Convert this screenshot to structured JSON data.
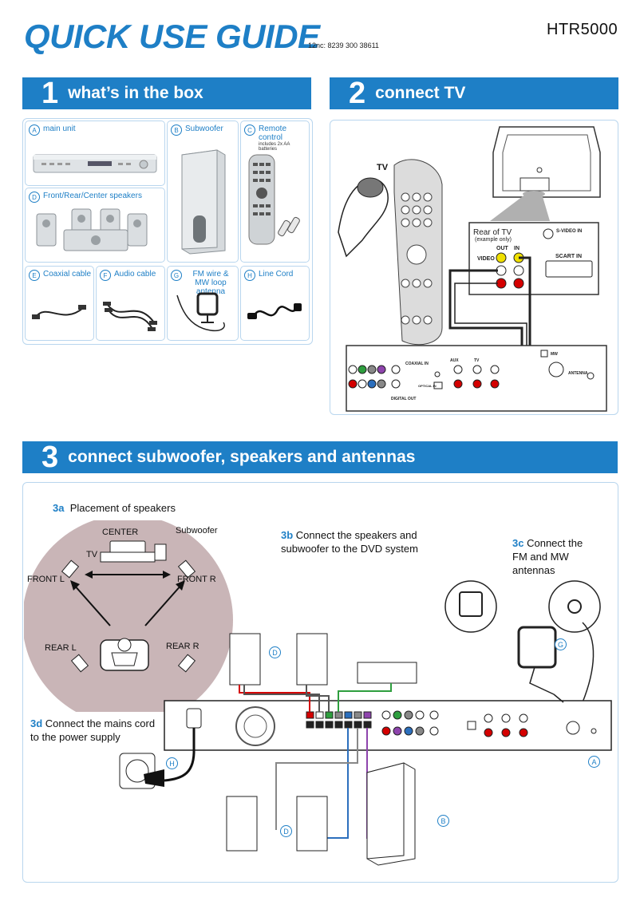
{
  "header": {
    "title": "QUICK USE GUIDE",
    "nc_code": "12nc: 8239 300 38611",
    "model": "HTR5000"
  },
  "section1": {
    "number": "1",
    "label": "what’s in the box",
    "items": [
      {
        "letter": "A",
        "label": "main unit"
      },
      {
        "letter": "B",
        "label": "Subwoofer"
      },
      {
        "letter": "C",
        "label": "Remote control",
        "sub": "includes 2x AA batteries"
      },
      {
        "letter": "D",
        "label": "Front/Rear/Center speakers"
      },
      {
        "letter": "E",
        "label": "Coaxial cable"
      },
      {
        "letter": "F",
        "label": "Audio cable"
      },
      {
        "letter": "G",
        "label": "FM wire & MW loop antenna"
      },
      {
        "letter": "H",
        "label": "Line Cord"
      }
    ]
  },
  "section2": {
    "number": "2",
    "label": "connect TV",
    "tv_label": "TV",
    "rear_tv": "Rear of TV",
    "example": "(example only)",
    "out": "OUT",
    "in": "IN",
    "video": "VIDEO",
    "svideo": "S-VIDEO IN",
    "scart": "SCART IN",
    "antenna": "ANTENNA",
    "aux": "AUX",
    "tv_in": "TV",
    "optical": "OPTICAL IN",
    "coaxial": "COAXIAL IN",
    "digital_out": "DIGITAL OUT",
    "mw": "MW"
  },
  "section3": {
    "number": "3",
    "label": "connect subwoofer, speakers and antennas",
    "step3a_num": "3a",
    "step3a_text": "Placement of speakers",
    "step3b_num": "3b",
    "step3b_text": "Connect the speakers and subwoofer to the DVD system",
    "step3c_num": "3c",
    "step3c_text": "Connect the FM and MW antennas",
    "step3d_num": "3d",
    "step3d_text": "Connect the mains cord to the power supply",
    "placement": {
      "center": "CENTER",
      "subwoofer": "Subwoofer",
      "tv": "TV",
      "front_l": "FRONT L",
      "front_r": "FRONT R",
      "rear_l": "REAR L",
      "rear_r": "REAR R"
    },
    "markers": {
      "D": "D",
      "B": "B",
      "A": "A",
      "G": "G",
      "H": "H"
    }
  },
  "colors": {
    "brand_blue": "#1e7fc6",
    "panel_border": "#b9d6ee",
    "placement_bg": "#c9b5b7"
  }
}
